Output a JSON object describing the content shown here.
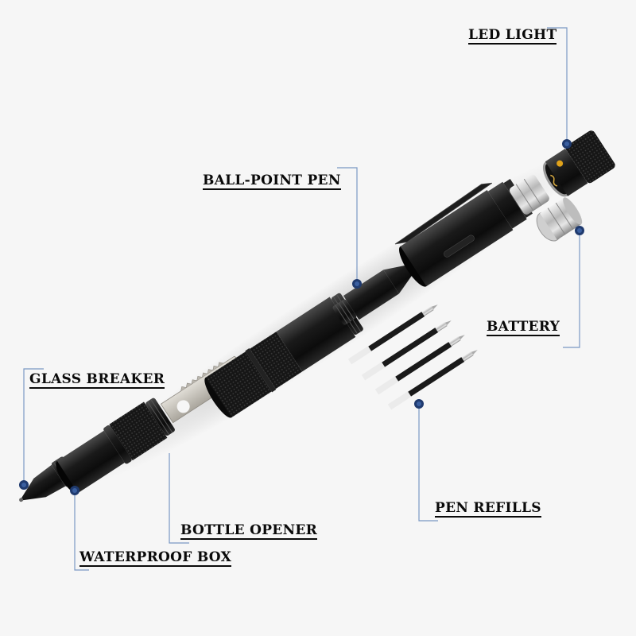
{
  "diagram": {
    "subject": "Tactical pen exploded view",
    "background": "#f6f6f6",
    "callout_line_color": "#7a98c4",
    "callout_dot_color": "#1f3a6e",
    "labels": [
      {
        "id": "led-light",
        "text": "LED LIGHT"
      },
      {
        "id": "ball-point-pen",
        "text": "BALL-POINT PEN"
      },
      {
        "id": "battery",
        "text": "BATTERY"
      },
      {
        "id": "glass-breaker",
        "text": "GLASS BREAKER"
      },
      {
        "id": "pen-refills",
        "text": "PEN REFILLS"
      },
      {
        "id": "bottle-opener",
        "text": "BOTTLE OPENER"
      },
      {
        "id": "waterproof-box",
        "text": "WATERPROOF BOX"
      }
    ]
  }
}
